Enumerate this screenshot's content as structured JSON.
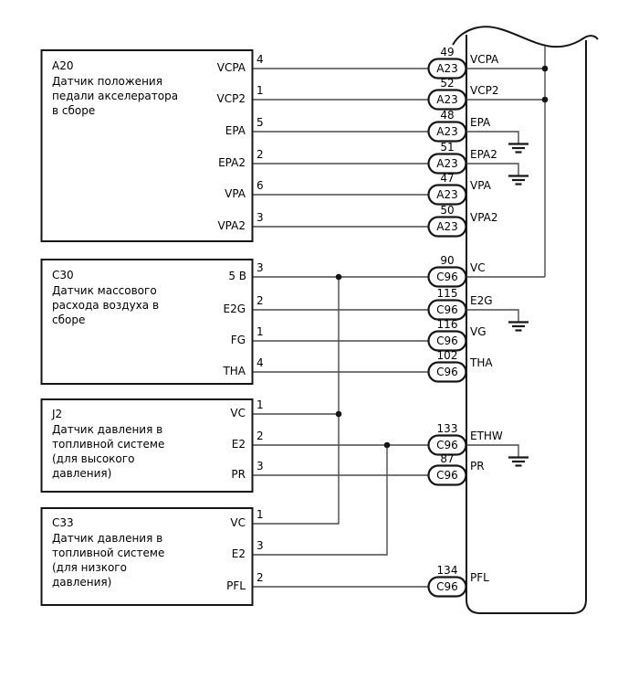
{
  "blocks": [
    {
      "id": "A20",
      "desc": [
        "Датчик положения",
        "педали акселератора",
        "в сборе"
      ],
      "pins": [
        {
          "num": "4",
          "name": "VCPA"
        },
        {
          "num": "1",
          "name": "VCP2"
        },
        {
          "num": "5",
          "name": "EPA"
        },
        {
          "num": "2",
          "name": "EPA2"
        },
        {
          "num": "6",
          "name": "VPA"
        },
        {
          "num": "3",
          "name": "VPA2"
        }
      ]
    },
    {
      "id": "C30",
      "desc": [
        "Датчик массового",
        "расхода воздуха в",
        "сборе"
      ],
      "pins": [
        {
          "num": "3",
          "name": "5 В"
        },
        {
          "num": "2",
          "name": "E2G"
        },
        {
          "num": "1",
          "name": "FG"
        },
        {
          "num": "4",
          "name": "THA"
        }
      ]
    },
    {
      "id": "J2",
      "desc": [
        "Датчик давления в",
        "топливной системе",
        "(для высокого",
        "давления)"
      ],
      "pins": [
        {
          "num": "1",
          "name": "VC"
        },
        {
          "num": "2",
          "name": "E2"
        },
        {
          "num": "3",
          "name": "PR"
        }
      ]
    },
    {
      "id": "C33",
      "desc": [
        "Датчик давления в",
        "топливной системе",
        "(для низкого",
        "давления)"
      ],
      "pins": [
        {
          "num": "1",
          "name": "VC"
        },
        {
          "num": "3",
          "name": "E2"
        },
        {
          "num": "2",
          "name": "PFL"
        }
      ]
    }
  ],
  "ecu": {
    "pins": [
      {
        "num": "49",
        "conn": "A23",
        "label": "VCPA"
      },
      {
        "num": "52",
        "conn": "A23",
        "label": "VCP2"
      },
      {
        "num": "48",
        "conn": "A23",
        "label": "EPA"
      },
      {
        "num": "51",
        "conn": "A23",
        "label": "EPA2"
      },
      {
        "num": "47",
        "conn": "A23",
        "label": "VPA"
      },
      {
        "num": "50",
        "conn": "A23",
        "label": "VPA2"
      },
      {
        "num": "90",
        "conn": "C96",
        "label": "VC"
      },
      {
        "num": "115",
        "conn": "C96",
        "label": "E2G"
      },
      {
        "num": "116",
        "conn": "C96",
        "label": "VG"
      },
      {
        "num": "102",
        "conn": "C96",
        "label": "THA"
      },
      {
        "num": "133",
        "conn": "C96",
        "label": "ETHW"
      },
      {
        "num": "87",
        "conn": "C96",
        "label": "PR"
      },
      {
        "num": "134",
        "conn": "C96",
        "label": "PFL"
      }
    ]
  },
  "colors": {
    "wire": "#4a4a4a",
    "outline": "#161616",
    "text": "#000000",
    "background": "#ffffff"
  }
}
